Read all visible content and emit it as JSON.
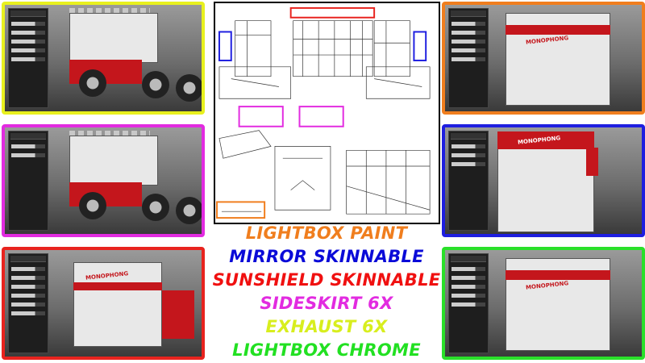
{
  "panels": [
    {
      "id": "exhaust",
      "color": "#e8f01e",
      "view": "side"
    },
    {
      "id": "sideskirt",
      "color": "#e22be0",
      "view": "side"
    },
    {
      "id": "sunshield",
      "color": "#e8231e",
      "view": "front"
    },
    {
      "id": "lightbox-paint",
      "color": "#f07e1e",
      "view": "front"
    },
    {
      "id": "mirror",
      "color": "#1e1ee0",
      "view": "front"
    },
    {
      "id": "lightbox-chrome",
      "color": "#2ae02a",
      "view": "front"
    }
  ],
  "truck_brand": "MONOPHONG",
  "labels": [
    {
      "text": "LIGHTBOX PAINT",
      "color": "#f07e1e"
    },
    {
      "text": "MIRROR SKINNABLE",
      "color": "#0a0ad8"
    },
    {
      "text": "SUNSHIELD SKINNABLE",
      "color": "#f01010"
    },
    {
      "text": "SIDESKIRT 6X",
      "color": "#e22be0"
    },
    {
      "text": "EXHAUST 6X",
      "color": "#d8ee1e"
    },
    {
      "text": "LIGHTBOX CHROME",
      "color": "#22e022"
    }
  ]
}
